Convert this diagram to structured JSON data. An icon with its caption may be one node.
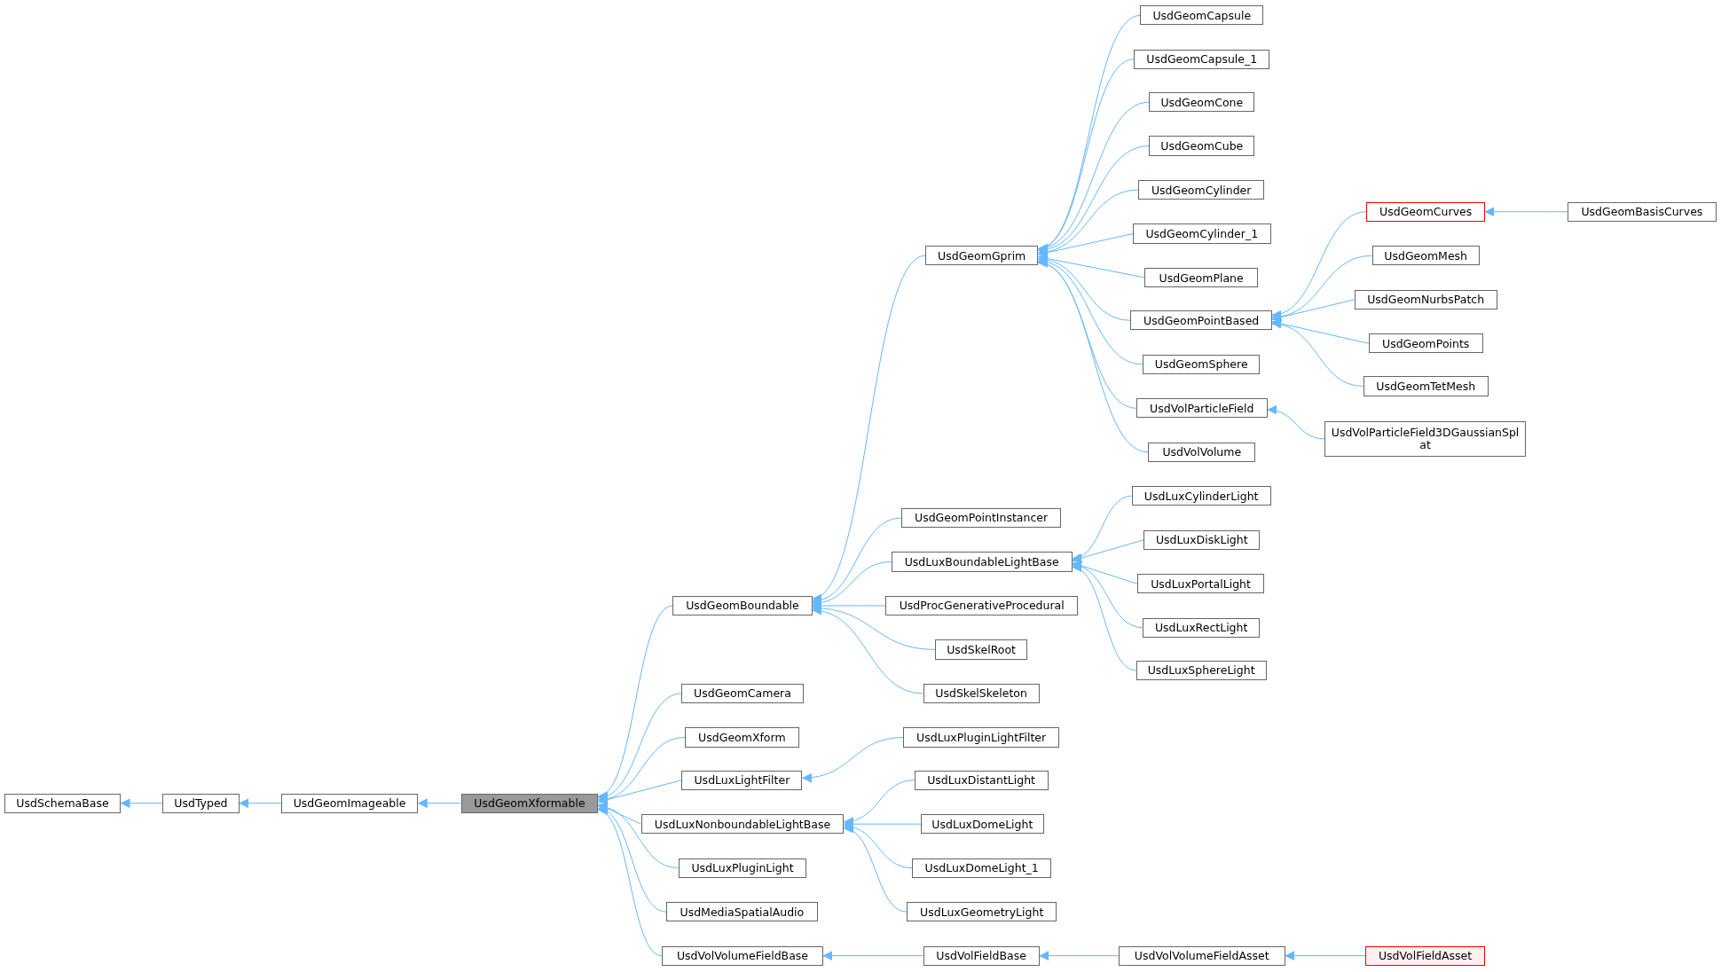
{
  "diagram": {
    "nodes": [
      {
        "text": [
          "UsdSchemaBase"
        ]
      },
      {
        "text": [
          "UsdTyped"
        ]
      },
      {
        "text": [
          "UsdGeomImageable"
        ]
      },
      {
        "text": [
          "UsdGeomXformable"
        ]
      },
      {
        "text": [
          "UsdGeomBoundable"
        ]
      },
      {
        "text": [
          "UsdGeomCamera"
        ]
      },
      {
        "text": [
          "UsdGeomXform"
        ]
      },
      {
        "text": [
          "UsdLuxLightFilter"
        ]
      },
      {
        "text": [
          "UsdLuxNonboundableLightBase"
        ]
      },
      {
        "text": [
          "UsdLuxPluginLight"
        ]
      },
      {
        "text": [
          "UsdMediaSpatialAudio"
        ]
      },
      {
        "text": [
          "UsdVolVolumeFieldBase"
        ]
      },
      {
        "text": [
          "UsdGeomGprim"
        ]
      },
      {
        "text": [
          "UsdGeomPointInstancer"
        ]
      },
      {
        "text": [
          "UsdLuxBoundableLightBase"
        ]
      },
      {
        "text": [
          "UsdProcGenerativeProcedural"
        ]
      },
      {
        "text": [
          "UsdSkelRoot"
        ]
      },
      {
        "text": [
          "UsdSkelSkeleton"
        ]
      },
      {
        "text": [
          "UsdLuxPluginLightFilter"
        ]
      },
      {
        "text": [
          "UsdLuxDistantLight"
        ]
      },
      {
        "text": [
          "UsdLuxDomeLight"
        ]
      },
      {
        "text": [
          "UsdLuxDomeLight_1"
        ]
      },
      {
        "text": [
          "UsdLuxGeometryLight"
        ]
      },
      {
        "text": [
          "UsdVolFieldBase"
        ]
      },
      {
        "text": [
          "UsdGeomCapsule"
        ]
      },
      {
        "text": [
          "UsdGeomCapsule_1"
        ]
      },
      {
        "text": [
          "UsdGeomCone"
        ]
      },
      {
        "text": [
          "UsdGeomCube"
        ]
      },
      {
        "text": [
          "UsdGeomCylinder"
        ]
      },
      {
        "text": [
          "UsdGeomCylinder_1"
        ]
      },
      {
        "text": [
          "UsdGeomPlane"
        ]
      },
      {
        "text": [
          "UsdGeomPointBased"
        ]
      },
      {
        "text": [
          "UsdGeomSphere"
        ]
      },
      {
        "text": [
          "UsdVolParticleField"
        ]
      },
      {
        "text": [
          "UsdVolVolume"
        ]
      },
      {
        "text": [
          "UsdLuxCylinderLight"
        ]
      },
      {
        "text": [
          "UsdLuxDiskLight"
        ]
      },
      {
        "text": [
          "UsdLuxPortalLight"
        ]
      },
      {
        "text": [
          "UsdLuxRectLight"
        ]
      },
      {
        "text": [
          "UsdLuxSphereLight"
        ]
      },
      {
        "text": [
          "UsdVolVolumeFieldAsset"
        ]
      },
      {
        "text": [
          "UsdGeomCurves"
        ]
      },
      {
        "text": [
          "UsdGeomMesh"
        ]
      },
      {
        "text": [
          "UsdGeomNurbsPatch"
        ]
      },
      {
        "text": [
          "UsdGeomPoints"
        ]
      },
      {
        "text": [
          "UsdGeomTetMesh"
        ]
      },
      {
        "text": [
          "UsdVolParticleField3DGaussianSplat"
        ]
      },
      {
        "text": [
          "UsdVolFieldAsset"
        ]
      },
      {
        "text": [
          "UsdGeomBasisCurves"
        ]
      }
    ],
    "edges": [
      {
        "from": 1,
        "to": 0,
        "arrow": "to"
      },
      {
        "from": 2,
        "to": 1,
        "arrow": "to"
      },
      {
        "from": 3,
        "to": 2,
        "arrow": "to"
      },
      {
        "from": 4,
        "to": 3,
        "arrow": "to"
      },
      {
        "from": 5,
        "to": 3,
        "arrow": "to"
      },
      {
        "from": 6,
        "to": 3,
        "arrow": "to"
      },
      {
        "from": 7,
        "to": 3,
        "arrow": "to"
      },
      {
        "from": 8,
        "to": 3,
        "arrow": "to"
      },
      {
        "from": 9,
        "to": 3,
        "arrow": "to"
      },
      {
        "from": 10,
        "to": 3,
        "arrow": "to"
      },
      {
        "from": 11,
        "to": 3,
        "arrow": "to"
      },
      {
        "from": 12,
        "to": 4,
        "arrow": "to"
      },
      {
        "from": 13,
        "to": 4,
        "arrow": "to"
      },
      {
        "from": 14,
        "to": 4,
        "arrow": "to"
      },
      {
        "from": 15,
        "to": 4,
        "arrow": "to"
      },
      {
        "from": 16,
        "to": 4,
        "arrow": "to"
      },
      {
        "from": 17,
        "to": 4,
        "arrow": "to"
      },
      {
        "from": 18,
        "to": 7,
        "arrow": "to"
      },
      {
        "from": 19,
        "to": 8,
        "arrow": "to"
      },
      {
        "from": 20,
        "to": 8,
        "arrow": "to"
      },
      {
        "from": 21,
        "to": 8,
        "arrow": "to"
      },
      {
        "from": 22,
        "to": 8,
        "arrow": "to"
      },
      {
        "from": 23,
        "to": 11,
        "arrow": "to"
      },
      {
        "from": 24,
        "to": 12,
        "arrow": "to"
      },
      {
        "from": 25,
        "to": 12,
        "arrow": "to"
      },
      {
        "from": 26,
        "to": 12,
        "arrow": "to"
      },
      {
        "from": 27,
        "to": 12,
        "arrow": "to"
      },
      {
        "from": 28,
        "to": 12,
        "arrow": "to"
      },
      {
        "from": 29,
        "to": 12,
        "arrow": "to"
      },
      {
        "from": 30,
        "to": 12,
        "arrow": "to"
      },
      {
        "from": 31,
        "to": 12,
        "arrow": "to"
      },
      {
        "from": 32,
        "to": 12,
        "arrow": "to"
      },
      {
        "from": 33,
        "to": 12,
        "arrow": "to"
      },
      {
        "from": 34,
        "to": 12,
        "arrow": "to"
      },
      {
        "from": 35,
        "to": 14,
        "arrow": "to"
      },
      {
        "from": 36,
        "to": 14,
        "arrow": "to"
      },
      {
        "from": 37,
        "to": 14,
        "arrow": "to"
      },
      {
        "from": 38,
        "to": 14,
        "arrow": "to"
      },
      {
        "from": 39,
        "to": 14,
        "arrow": "to"
      },
      {
        "from": 40,
        "to": 23,
        "arrow": "to"
      },
      {
        "from": 41,
        "to": 31,
        "arrow": "to"
      },
      {
        "from": 42,
        "to": 31,
        "arrow": "to"
      },
      {
        "from": 43,
        "to": 31,
        "arrow": "to"
      },
      {
        "from": 44,
        "to": 31,
        "arrow": "to"
      },
      {
        "from": 45,
        "to": 31,
        "arrow": "to"
      },
      {
        "from": 46,
        "to": 33,
        "arrow": "to"
      },
      {
        "from": 47,
        "to": 40,
        "arrow": "to"
      },
      {
        "from": 48,
        "to": 41,
        "arrow": "to"
      }
    ]
  }
}
